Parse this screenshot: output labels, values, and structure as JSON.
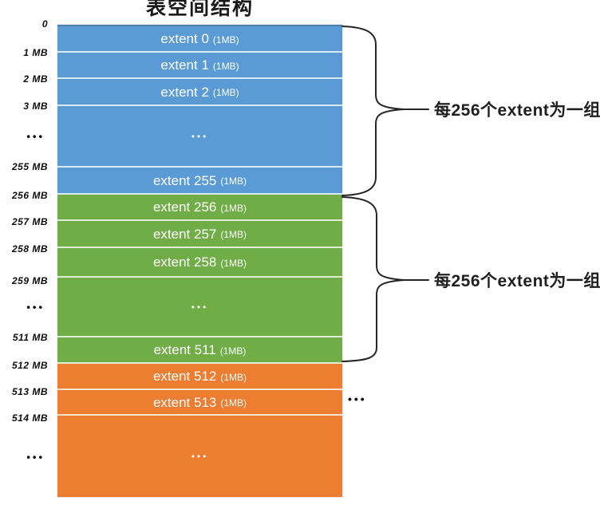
{
  "title": "表空间结构",
  "stack": {
    "groups": [
      {
        "name": "group-1-blue",
        "color": "#5B9BD5",
        "rows": [
          {
            "label": "extent 0",
            "size": "(1MB)"
          },
          {
            "label": "extent 1",
            "size": "(1MB)"
          },
          {
            "label": "extent 2",
            "size": "(1MB)"
          },
          {
            "label": "•••",
            "kind": "ellipsis"
          },
          {
            "label": "extent 255",
            "size": "(1MB)"
          }
        ]
      },
      {
        "name": "group-2-green",
        "color": "#70AD47",
        "rows": [
          {
            "label": "extent 256",
            "size": "(1MB)"
          },
          {
            "label": "extent 257",
            "size": "(1MB)"
          },
          {
            "label": "extent 258",
            "size": "(1MB)"
          },
          {
            "label": "•••",
            "kind": "ellipsis"
          },
          {
            "label": "extent 511",
            "size": "(1MB)"
          }
        ]
      },
      {
        "name": "group-3-orange",
        "color": "#ED7D31",
        "rows": [
          {
            "label": "extent 512",
            "size": "(1MB)"
          },
          {
            "label": "extent 513",
            "size": "(1MB)"
          },
          {
            "label": "•••",
            "kind": "ellipsis"
          }
        ]
      }
    ]
  },
  "axis": {
    "labels": [
      "0",
      "1 MB",
      "2 MB",
      "3 MB",
      "•••",
      "255 MB",
      "256 MB",
      "257 MB",
      "258 MB",
      "259 MB",
      "•••",
      "511 MB",
      "512 MB",
      "513 MB",
      "514 MB",
      "•••"
    ]
  },
  "annotations": {
    "group1_label": "每256个extent为一组",
    "group2_label": "每256个extent为一组",
    "more_groups": "•••"
  },
  "colors": {
    "blue": "#5B9BD5",
    "green": "#70AD47",
    "orange": "#ED7D31",
    "line": "#262626"
  }
}
